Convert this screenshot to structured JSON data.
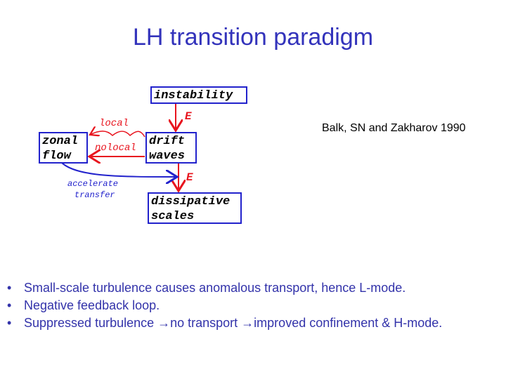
{
  "title": "LH transition paradigm",
  "diagram": {
    "nodes": {
      "instability": "instability",
      "zonal_flow_1": "zonal",
      "zonal_flow_2": "flow",
      "drift_waves_1": "drift",
      "drift_waves_2": "waves",
      "dissipative_1": "dissipative",
      "dissipative_2": "scales"
    },
    "labels": {
      "e_top": "E",
      "e_bottom": "E",
      "local": "local",
      "nolocal": "nolocal",
      "accelerate": "accelerate",
      "transfer": "transfer"
    },
    "colors": {
      "red": "#e8141e",
      "blue": "#2222cc"
    }
  },
  "citation": "Balk, SN and Zakharov 1990",
  "bullets": [
    "Small-scale turbulence causes anomalous transport, hence L-mode.",
    "Negative feedback loop.",
    "Suppressed turbulence →no transport →improved confinement & H-mode."
  ],
  "bullet_symbol": "•"
}
